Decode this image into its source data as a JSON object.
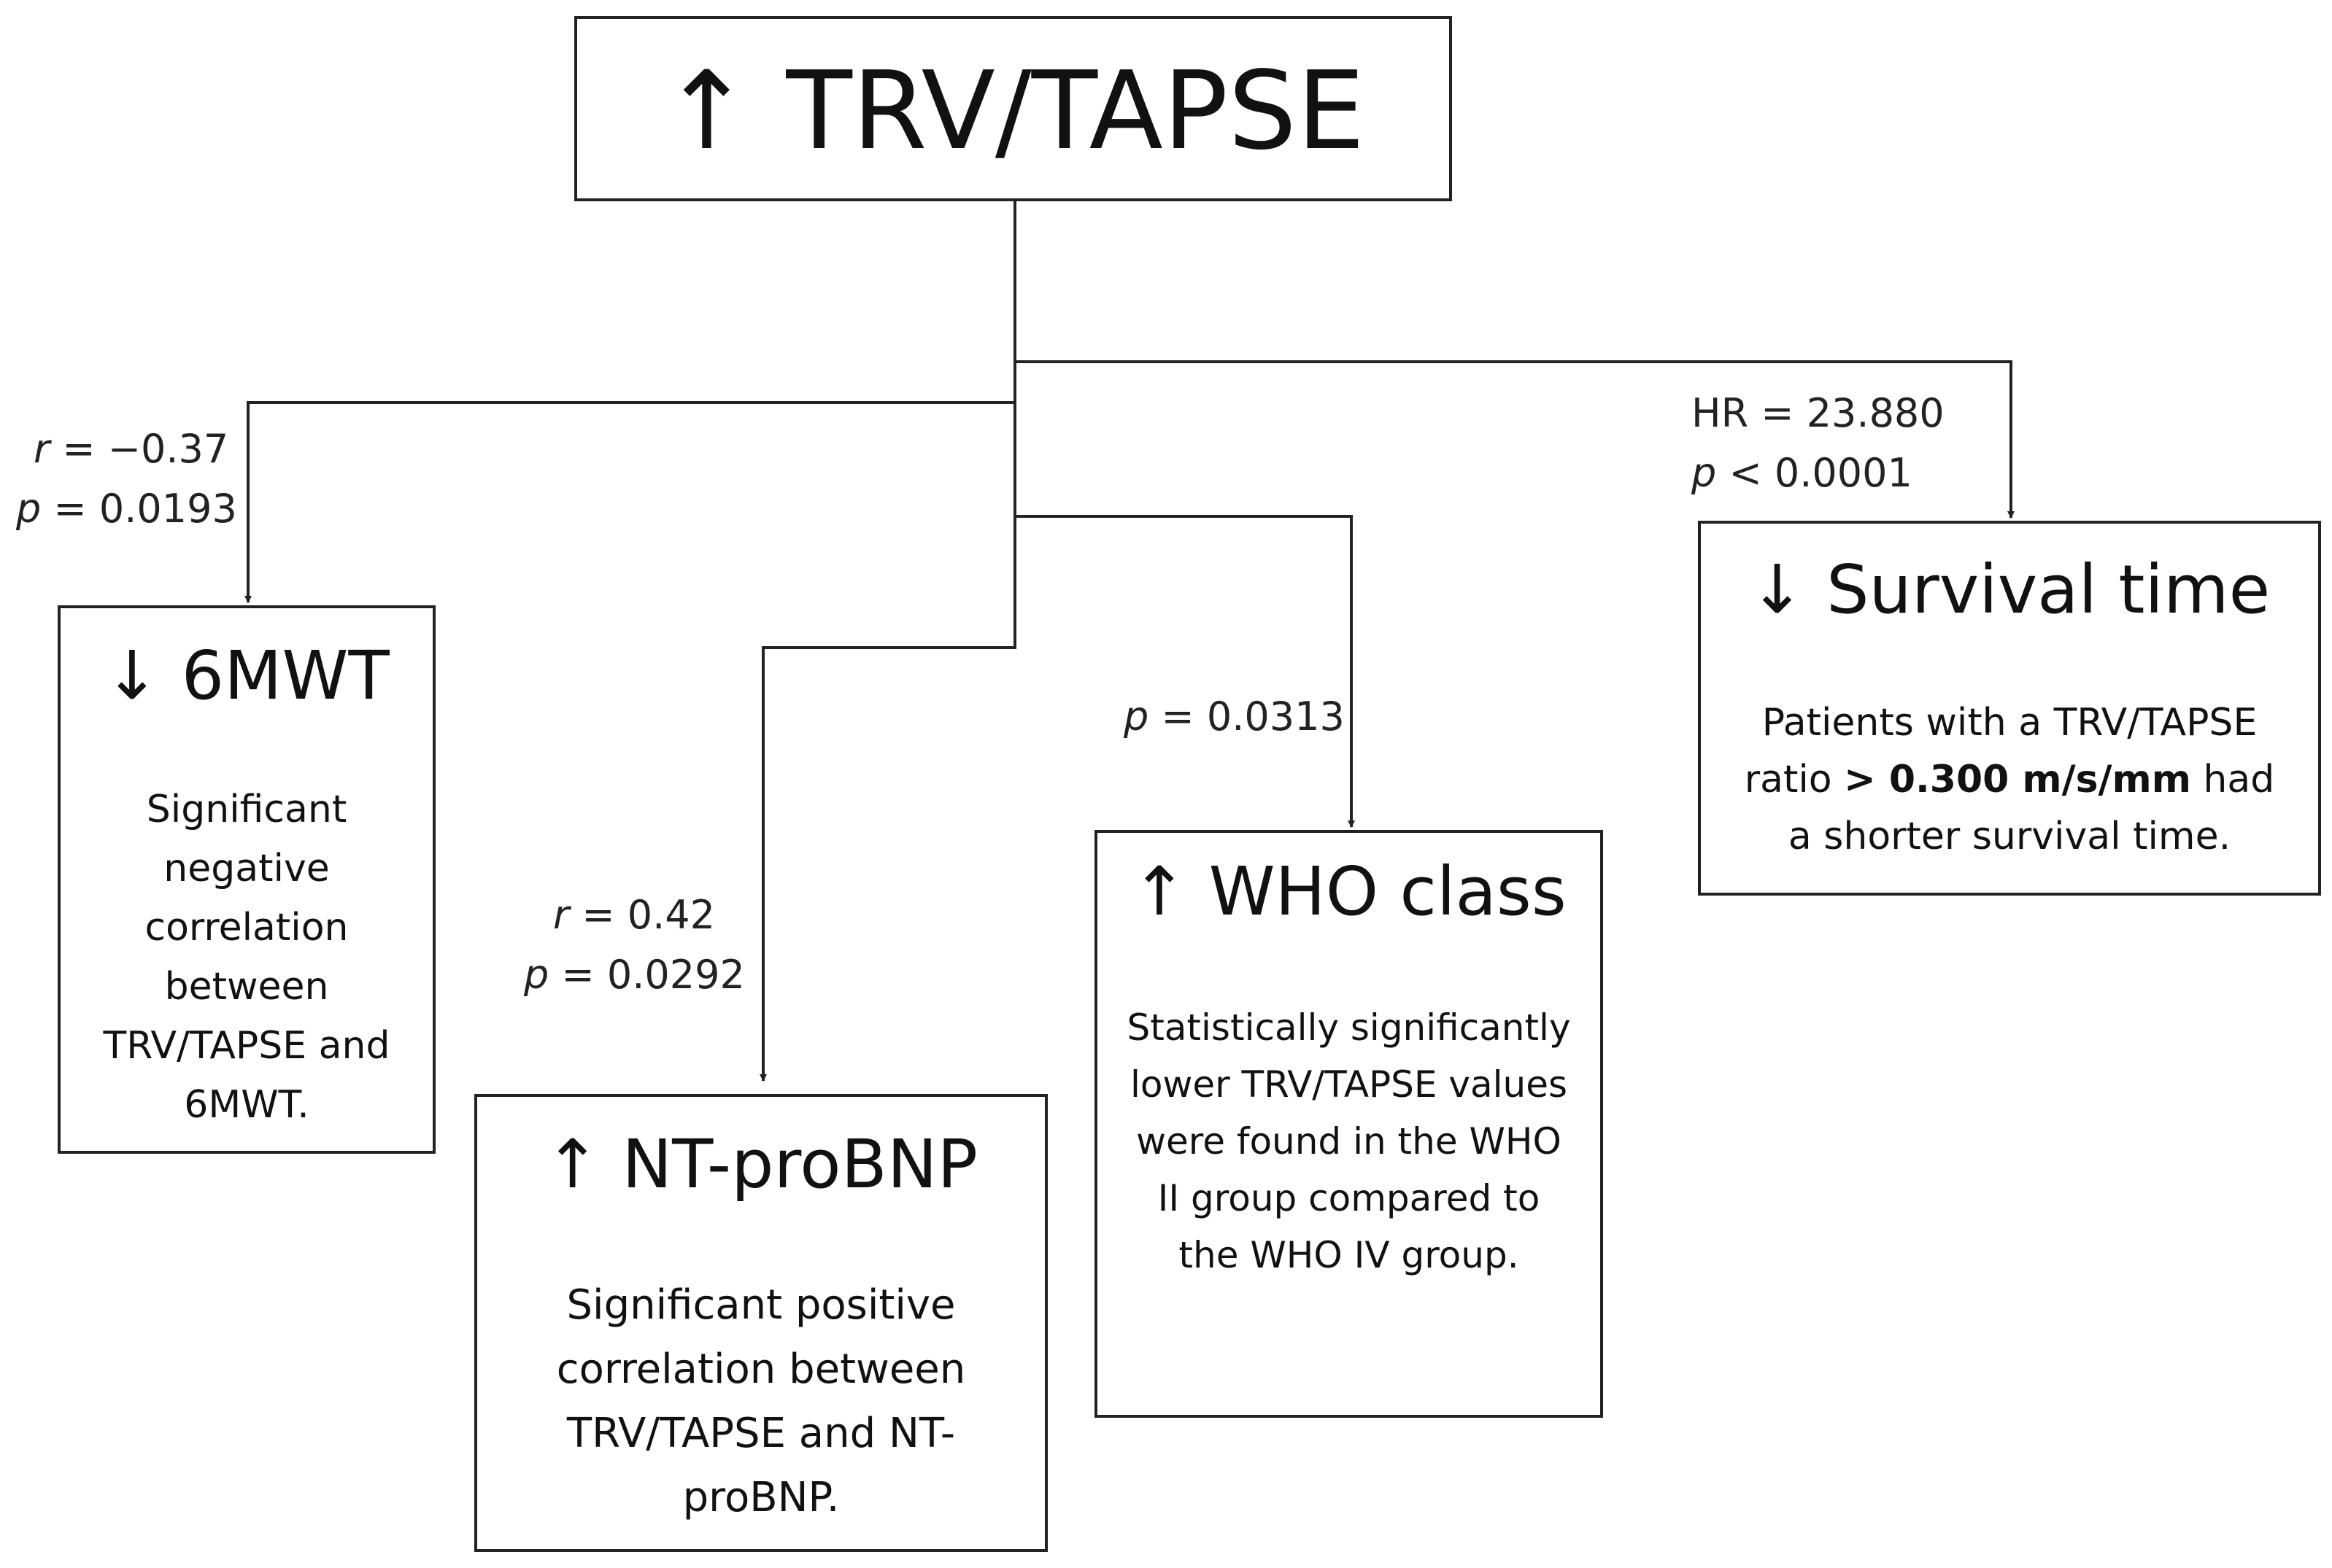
{
  "root": {
    "arrow": "↑",
    "label": "TRV/TAPSE"
  },
  "outcomes": {
    "mwt": {
      "arrow": "↓",
      "title": "6MWT",
      "body": "Significant negative correlation between TRV/TAPSE and 6MWT.",
      "stat_r_sym": "r",
      "stat_r_val": " = −0.37",
      "stat_p_sym": "p",
      "stat_p_val": " = 0.0193"
    },
    "ntprobnp": {
      "arrow": "↑",
      "title": "NT-proBNP",
      "body": "Significant positive correlation between TRV/TAPSE and NT-proBNP.",
      "stat_r_sym": "r",
      "stat_r_val": " = 0.42",
      "stat_p_sym": "p",
      "stat_p_val": " = 0.0292"
    },
    "who": {
      "arrow": "↑",
      "title": "WHO class",
      "body": "Statistically significantly lower TRV/TAPSE values were found in the WHO II group compared to the WHO IV group.",
      "stat_p_sym": "p",
      "stat_p_val": " = 0.0313"
    },
    "survival": {
      "arrow": "↓",
      "title": "Survival time",
      "body_pre": "Patients with a TRV/TAPSE ratio ",
      "body_bold": "> 0.300 m/s/mm",
      "body_post": " had a shorter survival time.",
      "stat_hr": "HR = 23.880",
      "stat_p_sym": "p",
      "stat_p_val": " < 0.0001"
    }
  }
}
